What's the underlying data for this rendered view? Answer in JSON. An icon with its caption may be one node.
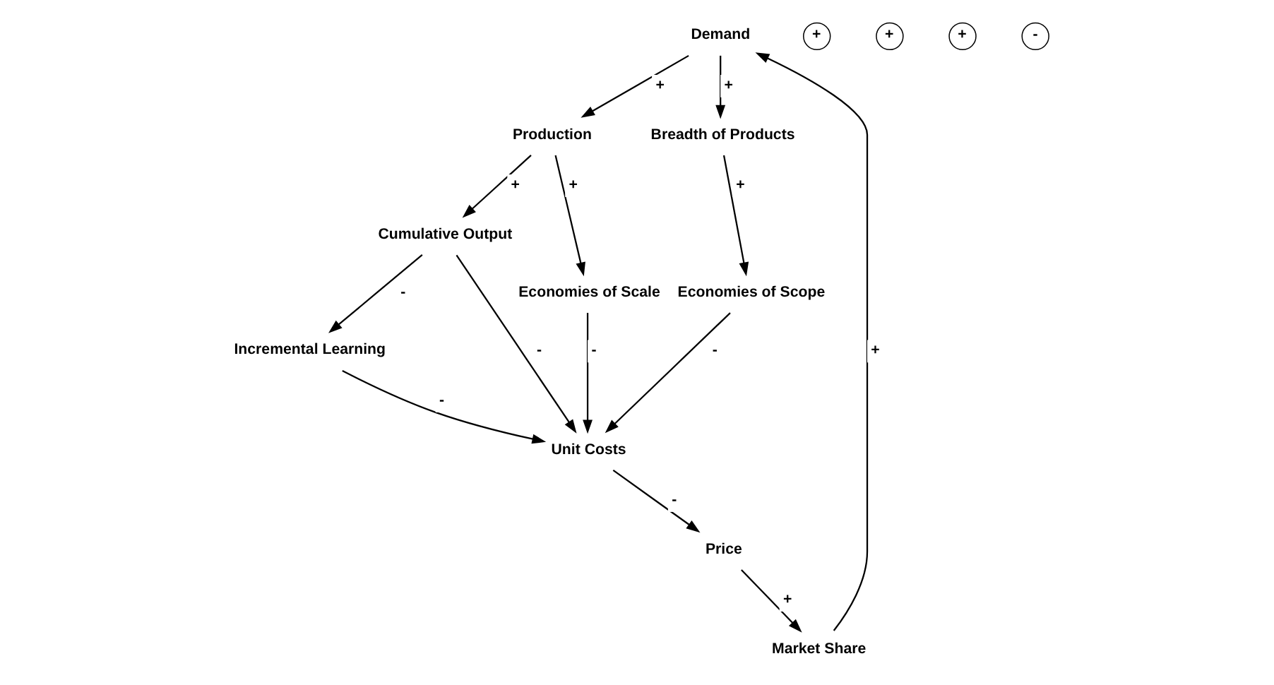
{
  "diagram": {
    "nodes": [
      {
        "text": [
          "Demand"
        ]
      },
      {
        "text": [
          "Production"
        ]
      },
      {
        "text": [
          "Breadth of Products"
        ]
      },
      {
        "text": [
          "Market Share"
        ]
      },
      {
        "text": [
          "Cumulative Output"
        ]
      },
      {
        "text": [
          "Economies of Scale"
        ]
      },
      {
        "text": [
          "Incremental Learning"
        ]
      },
      {
        "text": [
          "Unit Costs"
        ]
      },
      {
        "text": [
          "Price"
        ]
      },
      {
        "text": [
          "Economies of Scope"
        ]
      }
    ],
    "edges": [
      {
        "from": 0,
        "to": 2,
        "arrow": "to",
        "label": "+"
      },
      {
        "from": 0,
        "to": 1,
        "arrow": "to",
        "label": "+"
      },
      {
        "from": 3,
        "to": 0,
        "arrow": "to",
        "label": "+"
      },
      {
        "from": 1,
        "to": 4,
        "arrow": "to",
        "label": "+"
      },
      {
        "from": 1,
        "to": 5,
        "arrow": "to",
        "label": "+"
      },
      {
        "from": 2,
        "to": 9,
        "arrow": "to",
        "label": "+"
      },
      {
        "from": 4,
        "to": 6,
        "arrow": "to",
        "label": "-"
      },
      {
        "from": 4,
        "to": 7,
        "arrow": "to",
        "label": "-"
      },
      {
        "from": 5,
        "to": 7,
        "arrow": "to",
        "label": "-"
      },
      {
        "from": 8,
        "to": 3,
        "arrow": "to",
        "label": "+"
      },
      {
        "from": 6,
        "to": 7,
        "arrow": "to",
        "label": "-"
      },
      {
        "from": 7,
        "to": 8,
        "arrow": "to",
        "label": "-"
      },
      {
        "from": 9,
        "to": 7,
        "arrow": "to",
        "label": "-"
      }
    ],
    "labels": [
      "+",
      "+",
      "+",
      "-"
    ]
  }
}
